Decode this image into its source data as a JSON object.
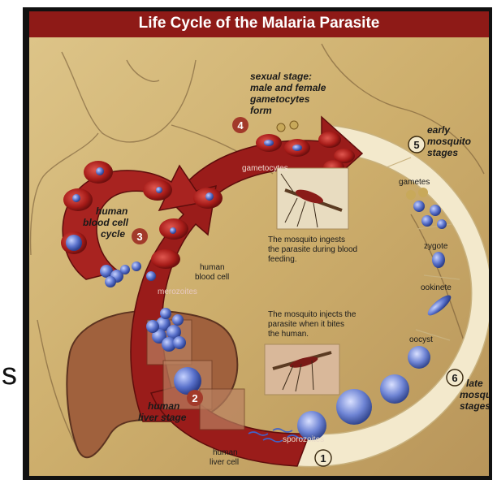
{
  "title": "Life Cycle of the Malaria Parasite",
  "stray_letter": "s",
  "steps": [
    {
      "number": "1"
    },
    {
      "number": "2",
      "label_line1": "human",
      "label_line2": "liver stage"
    },
    {
      "number": "3",
      "label_line1": "human",
      "label_line2": "blood cell",
      "label_line3": "cycle"
    },
    {
      "number": "4",
      "label_line1": "sexual stage:",
      "label_line2": "male and female",
      "label_line3": "gametocytes",
      "label_line4": "form"
    },
    {
      "number": "5",
      "label_line1": "early",
      "label_line2": "mosquito",
      "label_line3": "stages"
    },
    {
      "number": "6",
      "label_line1": "late",
      "label_line2": "mosquito",
      "label_line3": "stages"
    }
  ],
  "labels": {
    "gametocytes": "gametocytes",
    "gametes": "gametes",
    "zygote": "zygote",
    "ookinete": "ookinete",
    "oocyst": "oocyst",
    "sporozoites": "sporozoites",
    "merozoites": "merozoites",
    "human_blood_cell_line1": "human",
    "human_blood_cell_line2": "blood cell",
    "human_liver_cell_line1": "human",
    "human_liver_cell_line2": "liver cell"
  },
  "captions": {
    "ingests_line1": "The mosquito ingests",
    "ingests_line2": "the parasite during blood",
    "ingests_line3": "feeding.",
    "injects_line1": "The mosquito injects the",
    "injects_line2": "parasite when it bites",
    "injects_line3": "the human."
  },
  "colors": {
    "title_bar": "#8e1a17",
    "arrow_red": "#9a1c1a",
    "ring_cream": "#f3e9cc",
    "parchment": "#d4b97a",
    "liver": "#a0613d",
    "parasite_blue": "#4a62c0"
  },
  "icons": [
    "mosquito-icon",
    "male-symbol-icon",
    "female-symbol-icon"
  ]
}
